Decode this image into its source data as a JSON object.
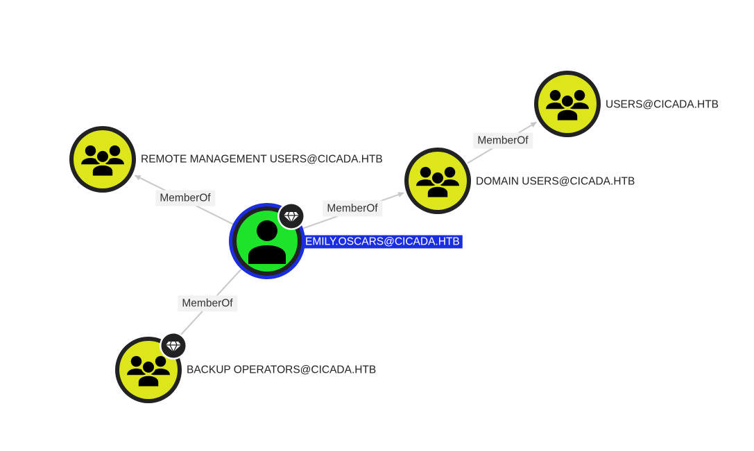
{
  "graph": {
    "edge_color": "#c8c8c8",
    "edge_label_bg": "#f2f2f2",
    "group_node_color": "#dce61a",
    "user_node_color": "#1ee32b",
    "node_border_color": "#222222",
    "selected_ring_color": "#1a2de0",
    "selected_label_bg": "#1a2de0",
    "badge_color": "#222222",
    "nodes": [
      {
        "id": "emily",
        "label": "EMILY.OSCARS@CICADA.HTB",
        "kind": "user",
        "icon": "user-icon",
        "selected": true,
        "badge": "gem-icon"
      },
      {
        "id": "rmu",
        "label": "REMOTE MANAGEMENT USERS@CICADA.HTB",
        "kind": "group",
        "icon": "group-icon",
        "selected": false,
        "badge": null
      },
      {
        "id": "du",
        "label": "DOMAIN USERS@CICADA.HTB",
        "kind": "group",
        "icon": "group-icon",
        "selected": false,
        "badge": null
      },
      {
        "id": "users",
        "label": "USERS@CICADA.HTB",
        "kind": "group",
        "icon": "group-icon",
        "selected": false,
        "badge": null
      },
      {
        "id": "bo",
        "label": "BACKUP OPERATORS@CICADA.HTB",
        "kind": "group",
        "icon": "group-icon",
        "selected": false,
        "badge": "gem-icon"
      }
    ],
    "edges": [
      {
        "from": "emily",
        "to": "rmu",
        "label": "MemberOf"
      },
      {
        "from": "emily",
        "to": "du",
        "label": "MemberOf"
      },
      {
        "from": "du",
        "to": "users",
        "label": "MemberOf"
      },
      {
        "from": "emily",
        "to": "bo",
        "label": "MemberOf"
      }
    ]
  }
}
